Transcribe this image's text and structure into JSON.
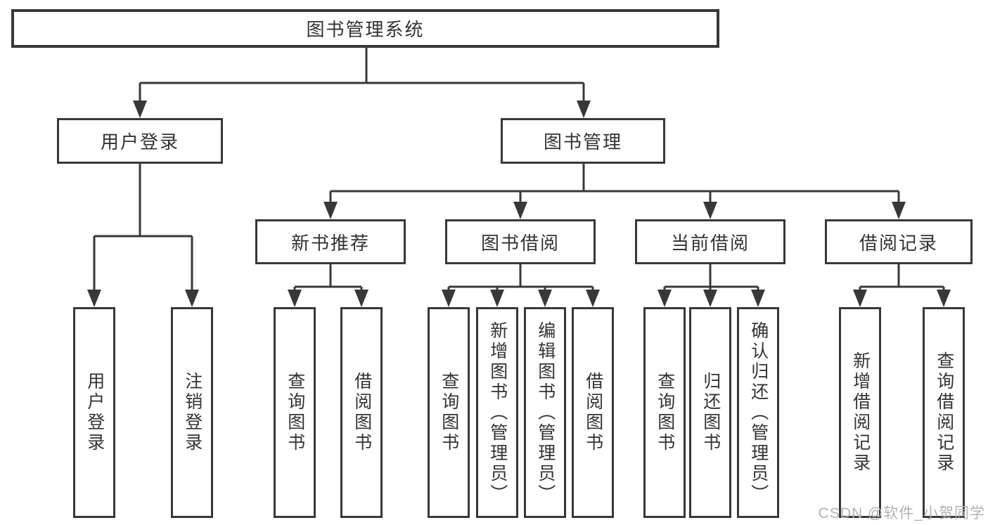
{
  "diagram": {
    "root": {
      "label": "图书管理系统"
    },
    "level2": {
      "user_login": {
        "label": "用户登录"
      },
      "book_mgmt": {
        "label": "图书管理"
      }
    },
    "level3": {
      "new_book_rec": {
        "label": "新书推荐"
      },
      "book_borrow": {
        "label": "图书借阅"
      },
      "current_borrow": {
        "label": "当前借阅"
      },
      "borrow_record": {
        "label": "借阅记录"
      }
    },
    "leaves": {
      "user_login": {
        "label": "用户登录"
      },
      "logout": {
        "label": "注销登录"
      },
      "newbook_query": {
        "label": "查询图书"
      },
      "newbook_borrow": {
        "label": "借阅图书"
      },
      "borrow_query": {
        "label": "查询图书"
      },
      "borrow_add": {
        "label": "新增图书（管理员）"
      },
      "borrow_edit": {
        "label": "编辑图书（管理员）"
      },
      "borrow_borrow": {
        "label": "借阅图书"
      },
      "current_query": {
        "label": "查询图书"
      },
      "current_return": {
        "label": "归还图书"
      },
      "current_confirm": {
        "label": "确认归还（管理员）"
      },
      "record_add": {
        "label": "新增借阅记录"
      },
      "record_query": {
        "label": "查询借阅记录"
      }
    }
  },
  "watermark": {
    "text": "CSDN @软件_小贺同学"
  },
  "colors": {
    "line": "#383838",
    "box_border": "#383838",
    "box_fill": "#ffffff",
    "text": "#333333",
    "watermark": "#b2b2b2"
  }
}
